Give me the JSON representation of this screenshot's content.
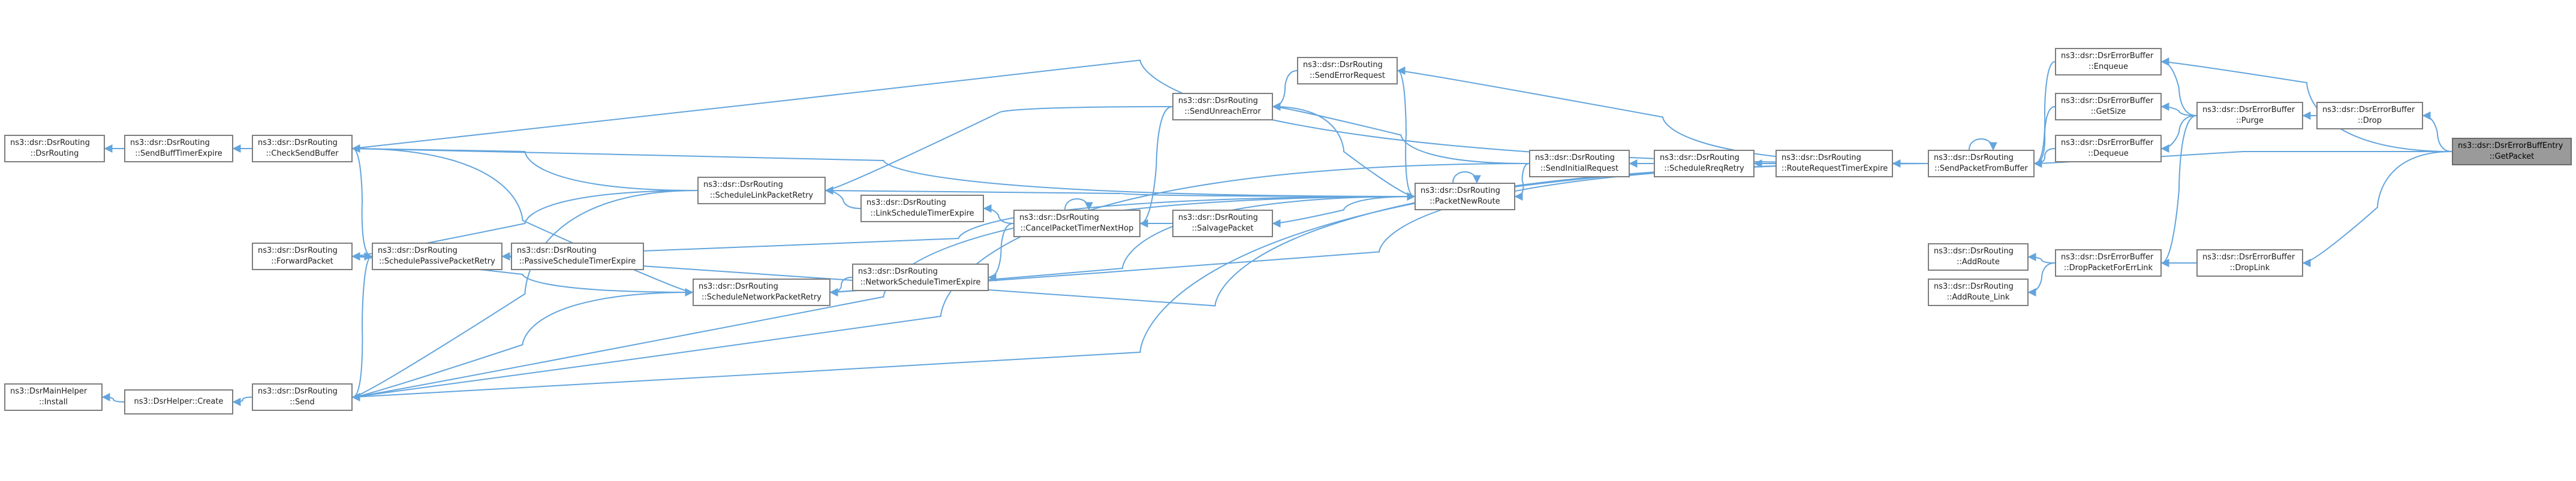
{
  "graph": {
    "edge_color": "#63a5dd",
    "root_fill": "#9a9a9a",
    "nodes": {
      "root": {
        "line1": "ns3::dsr::DsrErrorBuffEntry",
        "line2": "::GetPacket"
      },
      "drop": {
        "line1": "ns3::dsr::DsrErrorBuffer",
        "line2": "::Drop"
      },
      "droplink": {
        "line1": "ns3::dsr::DsrErrorBuffer",
        "line2": "::DropLink"
      },
      "enqueue": {
        "line1": "ns3::dsr::DsrErrorBuffer",
        "line2": "::Enqueue"
      },
      "purge": {
        "line1": "ns3::dsr::DsrErrorBuffer",
        "line2": "::Purge"
      },
      "getsize": {
        "line1": "ns3::dsr::DsrErrorBuffer",
        "line2": "::GetSize"
      },
      "dequeue": {
        "line1": "ns3::dsr::DsrErrorBuffer",
        "line2": "::Dequeue"
      },
      "dropforerr": {
        "line1": "ns3::dsr::DsrErrorBuffer",
        "line2": "::DropPacketForErrLink"
      },
      "addroute": {
        "line1": "ns3::dsr::DsrRouting",
        "line2": "::AddRoute"
      },
      "addroutelink": {
        "line1": "ns3::dsr::DsrRouting",
        "line2": "::AddRoute_Link"
      },
      "sendfrombuf": {
        "line1": "ns3::dsr::DsrRouting",
        "line2": "::SendPacketFromBuffer"
      },
      "rreqtimer": {
        "line1": "ns3::dsr::DsrRouting",
        "line2": "::RouteRequestTimerExpire"
      },
      "schedrreq": {
        "line1": "ns3::dsr::DsrRouting",
        "line2": "::ScheduleRreqRetry"
      },
      "sendinitreq": {
        "line1": "ns3::dsr::DsrRouting",
        "line2": "::SendInitialRequest"
      },
      "senderrreq": {
        "line1": "ns3::dsr::DsrRouting",
        "line2": "::SendErrorRequest"
      },
      "sendunreach": {
        "line1": "ns3::dsr::DsrRouting",
        "line2": "::SendUnreachError"
      },
      "pktnewroute": {
        "line1": "ns3::dsr::DsrRouting",
        "line2": "::PacketNewRoute"
      },
      "salvage": {
        "line1": "ns3::dsr::DsrRouting",
        "line2": "::SalvagePacket"
      },
      "cancelnext": {
        "line1": "ns3::dsr::DsrRouting",
        "line2": "::CancelPacketTimerNextHop"
      },
      "linksched": {
        "line1": "ns3::dsr::DsrRouting",
        "line2": "::LinkScheduleTimerExpire"
      },
      "netsched": {
        "line1": "ns3::dsr::DsrRouting",
        "line2": "::NetworkScheduleTimerExpire"
      },
      "schedlink": {
        "line1": "ns3::dsr::DsrRouting",
        "line2": "::ScheduleLinkPacketRetry"
      },
      "schednet": {
        "line1": "ns3::dsr::DsrRouting",
        "line2": "::ScheduleNetworkPacketRetry"
      },
      "passivesched": {
        "line1": "ns3::dsr::DsrRouting",
        "line2": "::PassiveScheduleTimerExpire"
      },
      "schedpassive": {
        "line1": "ns3::dsr::DsrRouting",
        "line2": "::SchedulePassivePacketRetry"
      },
      "forward": {
        "line1": "ns3::dsr::DsrRouting",
        "line2": "::ForwardPacket"
      },
      "checkbuf": {
        "line1": "ns3::dsr::DsrRouting",
        "line2": "::CheckSendBuffer"
      },
      "sendbufftimer": {
        "line1": "ns3::dsr::DsrRouting",
        "line2": "::SendBuffTimerExpire"
      },
      "dsrrouting": {
        "line1": "ns3::dsr::DsrRouting",
        "line2": "::DsrRouting"
      },
      "send": {
        "line1": "ns3::dsr::DsrRouting",
        "line2": "::Send"
      },
      "create": {
        "line1": "ns3::DsrHelper::Create",
        "line2": ""
      },
      "install": {
        "line1": "ns3::DsrMainHelper",
        "line2": "::Install"
      }
    }
  }
}
